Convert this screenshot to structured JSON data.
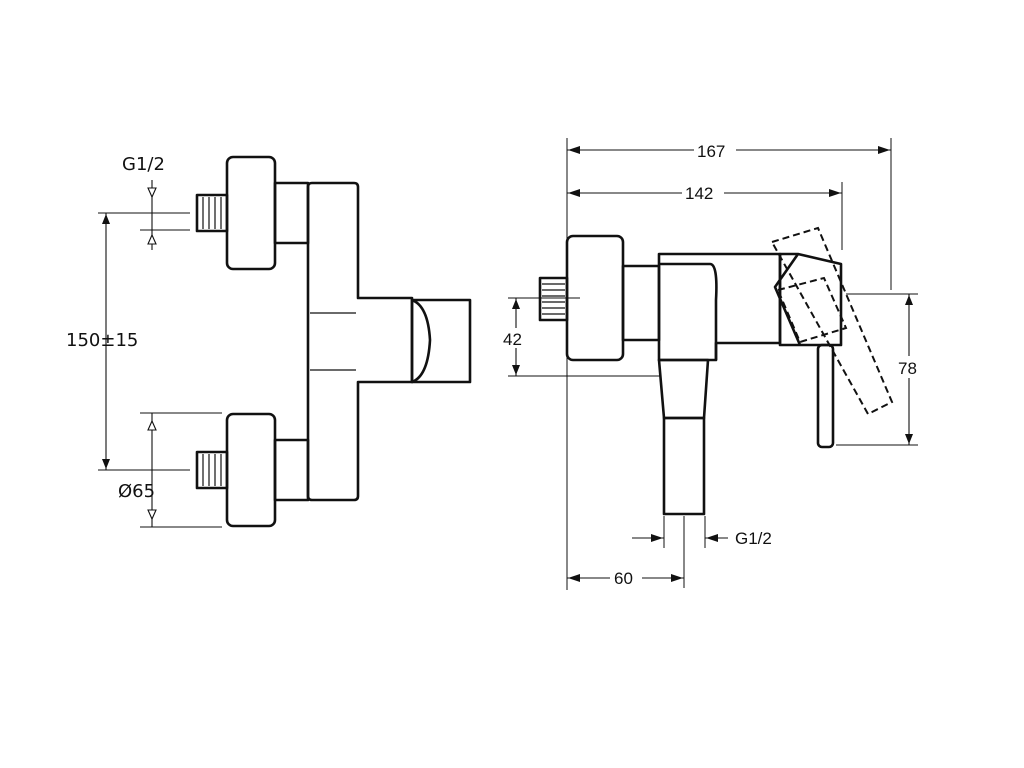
{
  "front_view": {
    "thread_label": "G1/2",
    "spacing_label": "150±15",
    "diameter_label": "Ø65"
  },
  "side_view": {
    "overall_depth_label": "167",
    "body_depth_label": "142",
    "inlet_height_label": "42",
    "handle_height_label": "78",
    "outlet_thread_label": "G1/2",
    "outlet_offset_label": "60"
  }
}
